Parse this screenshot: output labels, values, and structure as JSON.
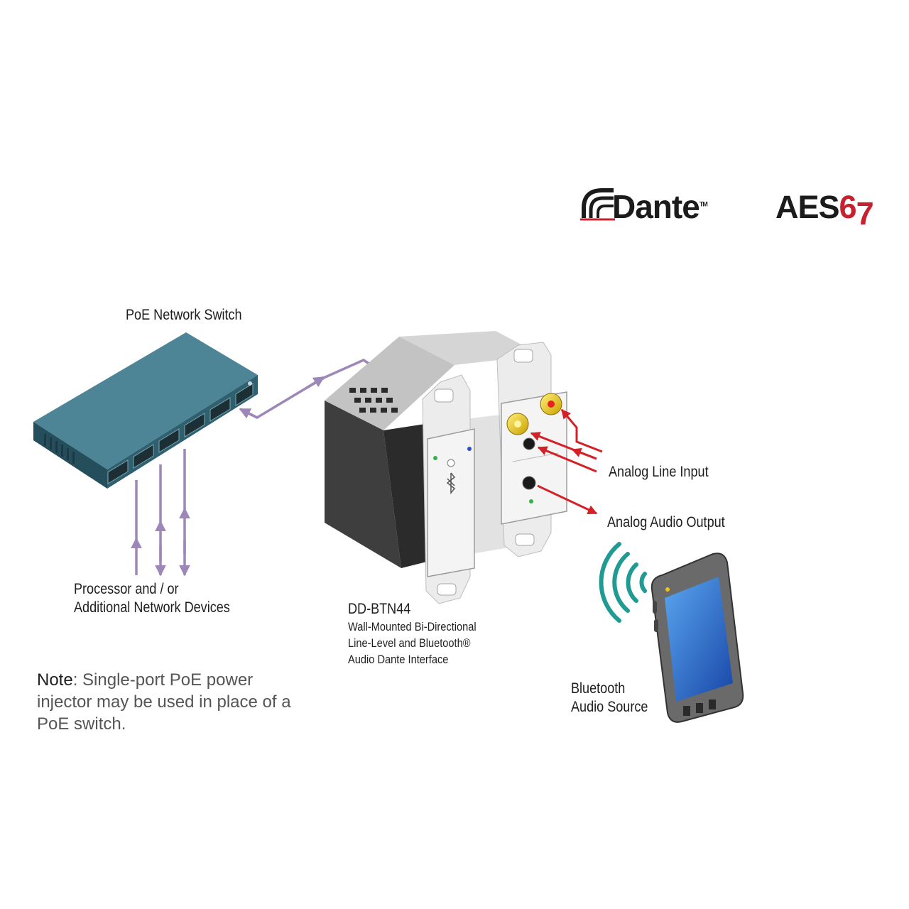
{
  "logos": {
    "dante": {
      "word": "Dante",
      "mark": "TM"
    },
    "aes67": {
      "prefix": "AES",
      "digit6": "6",
      "digit7": "7"
    }
  },
  "labels": {
    "switch": "PoE Network Switch",
    "processor_line1": "Processor and / or",
    "processor_line2": "Additional Network Devices",
    "device_model": "DD-BTN44",
    "device_desc_line1": "Wall-Mounted Bi-Directional",
    "device_desc_line2": "Line-Level and Bluetooth®",
    "device_desc_line3": "Audio Dante Interface",
    "analog_input": "Analog Line Input",
    "analog_output": "Analog Audio Output",
    "bt_source_line1": "Bluetooth",
    "bt_source_line2": "Audio Source"
  },
  "note": {
    "head": "Note",
    "line1": ": Single-port PoE power",
    "line2": "injector may be used in place of a",
    "line3": "PoE switch."
  },
  "colors": {
    "network_arrow": "#9c87b8",
    "audio_arrow": "#d42027",
    "switch_body": "#2e6070",
    "wireless_waves": "#1f9b94",
    "phone_screen": "#1f63c4",
    "brand_red": "#c8202f"
  }
}
